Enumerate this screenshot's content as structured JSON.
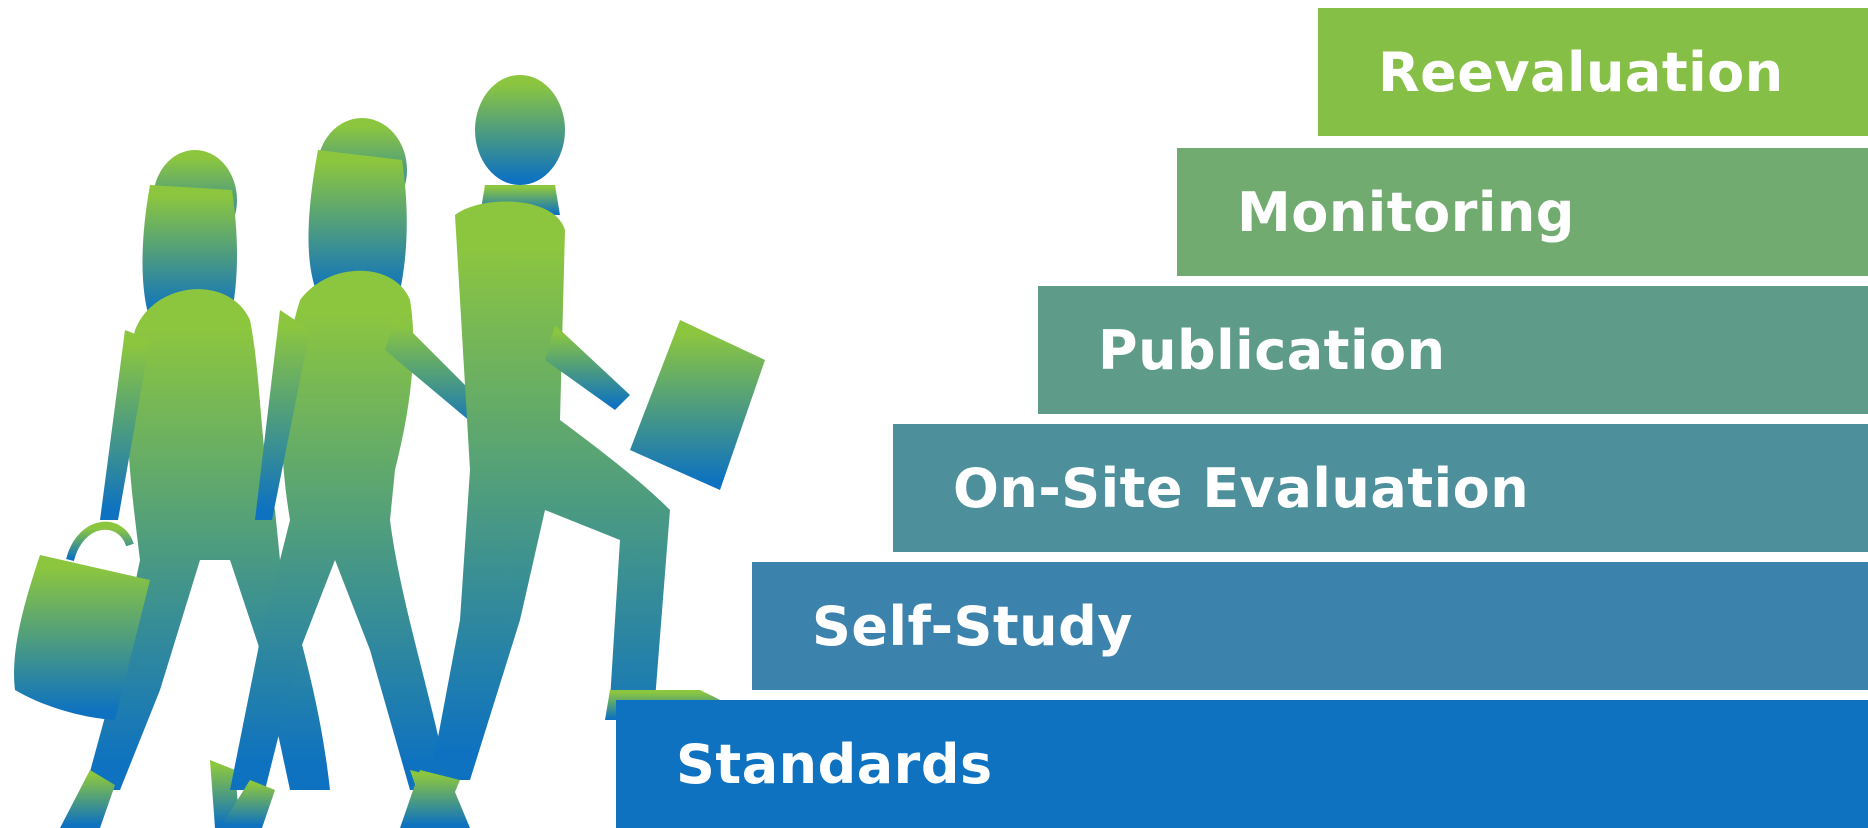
{
  "diagram": {
    "steps": [
      {
        "label": "Standards",
        "color": "#0e72c0"
      },
      {
        "label": "Self-Study",
        "color": "#3b82ad"
      },
      {
        "label": "On-Site Evaluation",
        "color": "#4d8f9b"
      },
      {
        "label": "Publication",
        "color": "#5f9b89"
      },
      {
        "label": "Monitoring",
        "color": "#72ab70"
      },
      {
        "label": "Reevaluation",
        "color": "#86bf45"
      }
    ],
    "figure": {
      "icon": "walking-people-silhouette-icon",
      "gradient_top": "#8cc63f",
      "gradient_bottom": "#0e72c0"
    }
  }
}
